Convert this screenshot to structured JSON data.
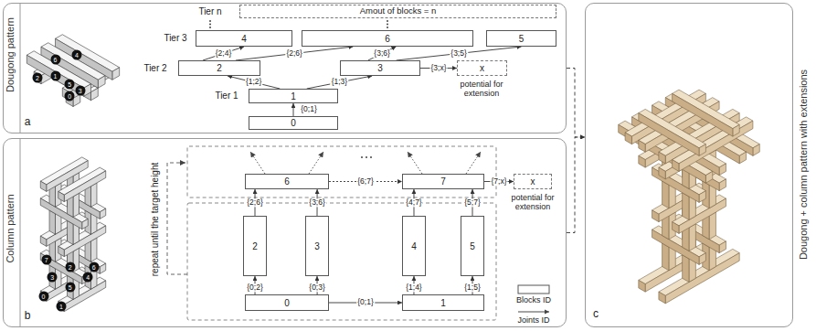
{
  "diagram": {
    "nodes": [
      {
        "text": [
          "Dougong pattern"
        ]
      },
      {
        "text": [
          "Amout of blocks = n"
        ],
        "in": 0
      },
      {
        "text": [
          "4"
        ],
        "in": 0
      },
      {
        "text": [
          "6"
        ],
        "in": 0
      },
      {
        "text": [
          "5"
        ],
        "in": 0
      },
      {
        "text": [
          "2"
        ],
        "in": 0
      },
      {
        "text": [
          "3"
        ],
        "in": 0
      },
      {
        "text": [
          "x"
        ],
        "in": 0
      },
      {
        "text": [
          "1"
        ],
        "in": 0
      },
      {
        "text": [
          "0"
        ],
        "in": 0
      },
      {
        "text": [
          "Column pattern"
        ]
      },
      {
        "text": [
          "6"
        ],
        "in": 10
      },
      {
        "text": [
          "7"
        ],
        "in": 10
      },
      {
        "text": [
          "x"
        ],
        "in": 10
      },
      {
        "text": [
          "2"
        ],
        "in": 10
      },
      {
        "text": [
          "3"
        ],
        "in": 10
      },
      {
        "text": [
          "4"
        ],
        "in": 10
      },
      {
        "text": [
          "5"
        ],
        "in": 10
      },
      {
        "text": [
          "0"
        ],
        "in": 10
      },
      {
        "text": [
          "1"
        ],
        "in": 10
      },
      {
        "text": [
          "Dougong + column pattern with extensions"
        ]
      }
    ],
    "edges": [
      {
        "from": 9,
        "to": 8,
        "label": "{0;1}",
        "arrow": "to"
      },
      {
        "from": 8,
        "to": 5,
        "label": "{1;2}",
        "arrow": "to"
      },
      {
        "from": 8,
        "to": 6,
        "label": "{1;3}",
        "arrow": "to"
      },
      {
        "from": 5,
        "to": 2,
        "label": "{2;4}",
        "arrow": "to"
      },
      {
        "from": 5,
        "to": 3,
        "label": "{2;6}",
        "arrow": "to"
      },
      {
        "from": 6,
        "to": 3,
        "label": "{3;6}",
        "arrow": "to"
      },
      {
        "from": 6,
        "to": 4,
        "label": "{3;5}",
        "arrow": "to"
      },
      {
        "from": 6,
        "to": 7,
        "label": "{3;x}",
        "arrow": "to"
      },
      {
        "from": 18,
        "to": 19,
        "label": "{0;1}",
        "arrow": "to"
      },
      {
        "from": 18,
        "to": 14,
        "label": "{0;2}",
        "arrow": "to"
      },
      {
        "from": 18,
        "to": 15,
        "label": "{0;3}",
        "arrow": "to"
      },
      {
        "from": 19,
        "to": 16,
        "label": "{1;4}",
        "arrow": "to"
      },
      {
        "from": 19,
        "to": 17,
        "label": "{1;5}",
        "arrow": "to"
      },
      {
        "from": 14,
        "to": 11,
        "label": "{2;6}",
        "arrow": "to"
      },
      {
        "from": 15,
        "to": 11,
        "label": "{3;6}",
        "arrow": "to"
      },
      {
        "from": 16,
        "to": 12,
        "label": "{4;7}",
        "arrow": "to"
      },
      {
        "from": 17,
        "to": 12,
        "label": "{5;7}",
        "arrow": "to"
      },
      {
        "from": 11,
        "to": 12,
        "label": "{6;7}",
        "arrow": "to"
      },
      {
        "from": 12,
        "to": 13,
        "label": "{7;x}",
        "arrow": "to"
      },
      {
        "from": 0,
        "to": 20,
        "arrow": "to"
      },
      {
        "from": 10,
        "to": 20,
        "arrow": "to"
      }
    ],
    "labels": [
      "Tier n",
      "Tier 3",
      "Tier 2",
      "Tier 1",
      "potential for extension",
      "a",
      "0",
      "1",
      "2",
      "3",
      "4",
      "5",
      "6",
      "repeat until the target height",
      "potential for extension",
      "b",
      "0",
      "1",
      "2",
      "3",
      "4",
      "5",
      "6",
      "7",
      "c"
    ],
    "legend": [
      {
        "text": "Blocks ID"
      },
      {
        "text": "Joints ID"
      }
    ]
  }
}
